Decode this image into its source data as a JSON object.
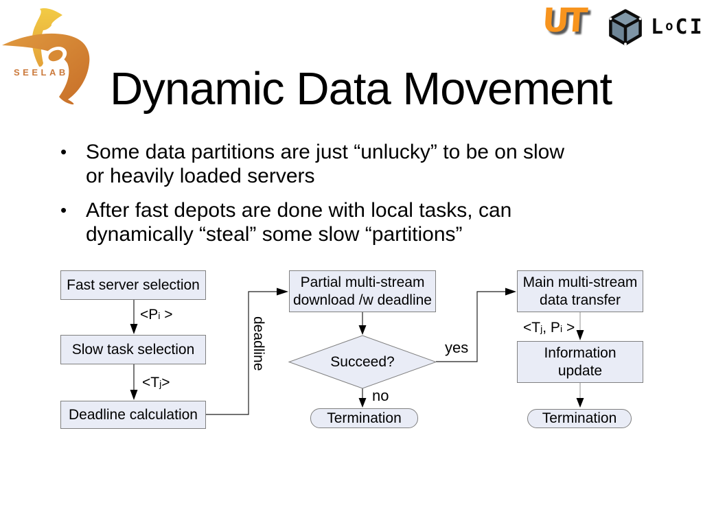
{
  "title": "Dynamic Data Movement",
  "bullet_char": "•",
  "logos": {
    "seelab": "SEELAB",
    "ut": "UT",
    "loci_parts": [
      "L",
      "o",
      "CI"
    ],
    "colors": {
      "seelab_yellow": "#EFC23C",
      "seelab_orange": "#CF7A2E",
      "ut_orange": "#F7941E",
      "loci_face": "#7E95A6"
    }
  },
  "bullets": [
    {
      "lines": [
        "Some data partitions are just “unlucky” to be on slow",
        "or heavily loaded servers"
      ]
    },
    {
      "lines": [
        "After fast depots are done with local tasks, can",
        "dynamically “steal” some slow “partitions”"
      ]
    }
  ],
  "flowchart": {
    "colors": {
      "node_fill": "#E9ECF6",
      "node_border": "#7F7F7F",
      "connector": "#1F1F1F",
      "connector_light": "#A3A3A3"
    },
    "nodes": {
      "fast": {
        "label": "Fast server selection"
      },
      "slow": {
        "label": "Slow task selection"
      },
      "deadline_calc": {
        "label": "Deadline calculation"
      },
      "partial": {
        "lines": [
          "Partial multi-stream",
          "download /w deadline"
        ]
      },
      "decision": {
        "label": "Succeed?"
      },
      "term_mid": {
        "label": "Termination"
      },
      "main": {
        "lines": [
          "Main multi-stream",
          "data transfer"
        ]
      },
      "info": {
        "lines": [
          "Information",
          "update"
        ]
      },
      "term_right": {
        "label": "Termination"
      }
    },
    "edge_labels": {
      "pi": [
        "<P",
        "i",
        " >"
      ],
      "tj": [
        "<T",
        "j",
        ">"
      ],
      "deadline": "deadline",
      "yes": "yes",
      "no": "no",
      "tj_pi": [
        "<T",
        "j",
        ", P",
        "i",
        " >"
      ]
    }
  }
}
